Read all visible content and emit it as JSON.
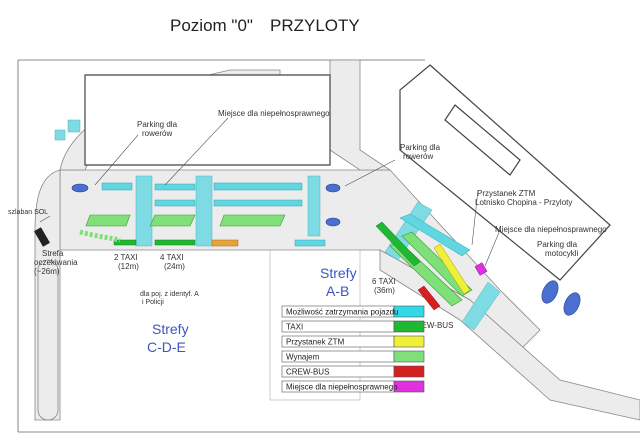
{
  "title": {
    "main": "Poziom \"0\"",
    "sub": "PRZYLOTY"
  },
  "labels": {
    "parking_rowerow_1": [
      "Parking dla",
      "rowerów"
    ],
    "miejsce_niepelnosprawnego": "Miejsce dla niepełnosprawnego",
    "parking_rowerow_2": [
      "Parking dla",
      "rowerów"
    ],
    "przystanek_ztm": [
      "Przystanek ZTM",
      "Lotnisko Chopina - Przyloty"
    ],
    "miejsce_niepelnosprawnego_2": "Miejsce dla niepełnosprawnego",
    "parking_motocykli": [
      "Parking dla",
      "motocykli"
    ],
    "szlaban": "szlaban SOL",
    "strefa_oczekiwania": [
      "Strefa",
      "oczekiwania",
      "(~26m)"
    ],
    "taxi_2": [
      "2 TAXI",
      "(12m)"
    ],
    "taxi_4": [
      "4 TAXI",
      "(24m)"
    ],
    "taxi_6": [
      "6 TAXI",
      "(36m)"
    ],
    "crew_bus": "CREW-BUS",
    "policja": [
      "dla poj. z identyf. A",
      "i Policji"
    ],
    "strefy_ab": [
      "Strefy",
      "A-B"
    ],
    "strefy_cde": [
      "Strefy",
      "C-D-E"
    ]
  },
  "legend": [
    {
      "label": "Możliwość zatrzymania pojazdu",
      "color": "#33d8e8"
    },
    {
      "label": "TAXI",
      "color": "#1fb832"
    },
    {
      "label": "Przystanek ZTM",
      "color": "#eef03a"
    },
    {
      "label": "Wynajem",
      "color": "#7fe07a"
    },
    {
      "label": "CREW-BUS",
      "color": "#d42020"
    },
    {
      "label": "Miejsce dla niepełnosprawnego",
      "color": "#e030e0"
    }
  ],
  "colors": {
    "road": "#e6e6e6",
    "stop_zone": "#5fd6e0",
    "crossing": "#7fdbe3",
    "building": "#777777",
    "zone_text": "#3b55c4",
    "bike_parking": "#4a6fd0",
    "moto_parking": "#4a6fd0",
    "taxi_green": "#7fe07a",
    "orange": "#e8a23a"
  }
}
